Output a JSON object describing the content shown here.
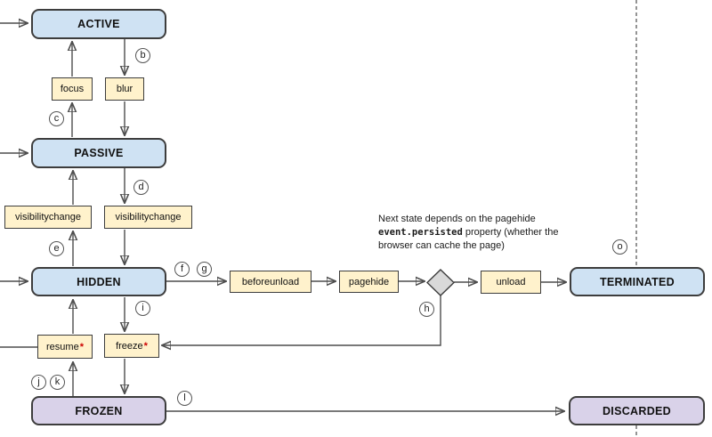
{
  "states": {
    "active": "ACTIVE",
    "passive": "PASSIVE",
    "hidden": "HIDDEN",
    "terminated": "TERMINATED",
    "frozen": "FROZEN",
    "discarded": "DISCARDED"
  },
  "events": {
    "focus": "focus",
    "blur": "blur",
    "visibilitychange_to_passive": "visibilitychange",
    "visibilitychange_to_hidden": "visibilitychange",
    "beforeunload": "beforeunload",
    "pagehide": "pagehide",
    "unload": "unload",
    "resume": "resume",
    "freeze": "freeze",
    "star": "*"
  },
  "step_labels": {
    "b": "b",
    "c": "c",
    "d": "d",
    "e": "e",
    "f": "f",
    "g": "g",
    "h": "h",
    "i": "i",
    "j": "j",
    "k": "k",
    "l": "l",
    "o": "o"
  },
  "note": {
    "part1": "Next state depends on the pagehide ",
    "code": "event.persisted",
    "part2": " property (whether the browser can cache the page)"
  },
  "colors": {
    "state_fill": "#cfe2f3",
    "frozen_fill": "#d9d2e9",
    "event_fill": "#fff2cc",
    "decision_fill": "#d9d9d9",
    "line": "#4d4d4d",
    "star": "#cc0000"
  }
}
